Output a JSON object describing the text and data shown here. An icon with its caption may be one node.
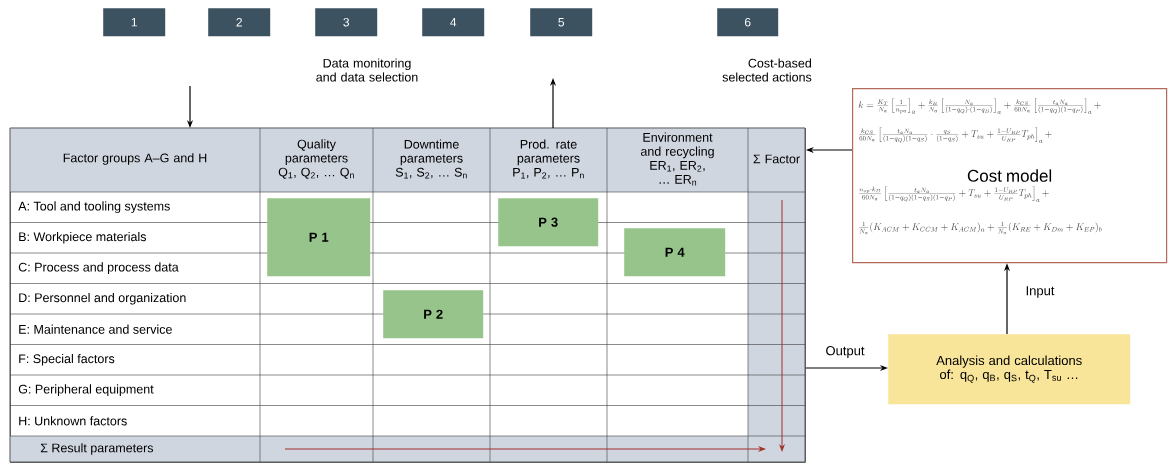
{
  "diagram": {
    "nodes": [
      {
        "text": [
          "1"
        ]
      },
      {
        "text": [
          "2"
        ]
      },
      {
        "text": [
          "3"
        ]
      },
      {
        "text": [
          "4"
        ]
      },
      {
        "text": [
          "5"
        ]
      },
      {
        "text": [
          "6"
        ]
      },
      {
        "text": [],
        "shape": "box"
      },
      {
        "text": [
          "P 1"
        ],
        "in": 6
      },
      {
        "text": [
          "P 2"
        ],
        "in": 6
      },
      {
        "text": [
          "P 3"
        ],
        "in": 6
      },
      {
        "text": [
          "P 4"
        ],
        "in": 6
      },
      {
        "text": [
          "Cost model"
        ]
      },
      {
        "text": [
          "Analysis and calculations of: q$_{Q}$, q$_{B}$, q$_{S}$, t$_{Q}$, T$_{su}$ …"
        ]
      }
    ],
    "edges": [
      {
        "from": null,
        "to": 6,
        "arrow": "to"
      },
      {
        "from": 6,
        "to": null,
        "arrow": "to"
      },
      {
        "from": 6,
        "to": 12,
        "arrow": "to",
        "label": "Output"
      },
      {
        "from": 12,
        "to": 11,
        "arrow": "to",
        "label": "Input"
      },
      {
        "from": 11,
        "to": 6,
        "arrow": "to"
      }
    ],
    "labels": [
      "Data monitoring and data selection",
      "Cost-based selected actions",
      "Factor groups A–G and H",
      "Quality parameters Q$_{1}$, Q$_{2}$, … Q$_{n}$",
      "Downtime parameters S$_{1}$, S$_{2}$, … S$_{n}$",
      "Prod. rate parameters P$_{1}$, P$_{2}$, … P$_{n}$",
      "Environment and recycling ER$_{1}$, ER$_{2}$, … ER$_{n}$",
      "Σ Factor",
      "A: Tool and tooling systems",
      "B: Workpiece materials",
      "C: Process and process data",
      "D: Personnel and organization",
      "E: Maintenance and service",
      "F: Special factors",
      "G: Peripheral equipment",
      "H: Unknown factors",
      "Σ Result parameters",
      "k = \\frac{K_T}{N_a}\\left[\\frac{1}{n_{pa}}\\right]_a + \\frac{k_B}{N_a}\\left[\\frac{N_a}{(1-q_Q)\\cdot(1-q_B)}\\right]_a + \\frac{k_{CS}}{60N_a}\\left[\\frac{t_a N_a}{(1-q_Q)(1-q_P)}\\right]_a +",
      "\\frac{k_{CS}}{60N_a}\\left[\\frac{t_a N_a}{(1-q_Q)(1-q_S)}\\cdot\\frac{q_S}{(1-q_S)} + T_{su} + \\frac{1-U_{RP}}{U_{RP}}T_{ph}\\right]_a +",
      "\\frac{n_{op}\\cdot k_D}{60N_a}\\left[\\frac{t_a N_a}{(1-q_Q)(1-q_S)(1-q_P)} + T_{su} + \\frac{1-U_{RP}}{U_{RP}}T_{ph}\\right]_a +",
      "\\frac{1}{N_a}(K_{ACM} + K_{CCM} + K_{ACM})_a + \\frac{1}{N_a}(K_{RE} + K_{Dm} + K_{EP})_b"
    ]
  }
}
